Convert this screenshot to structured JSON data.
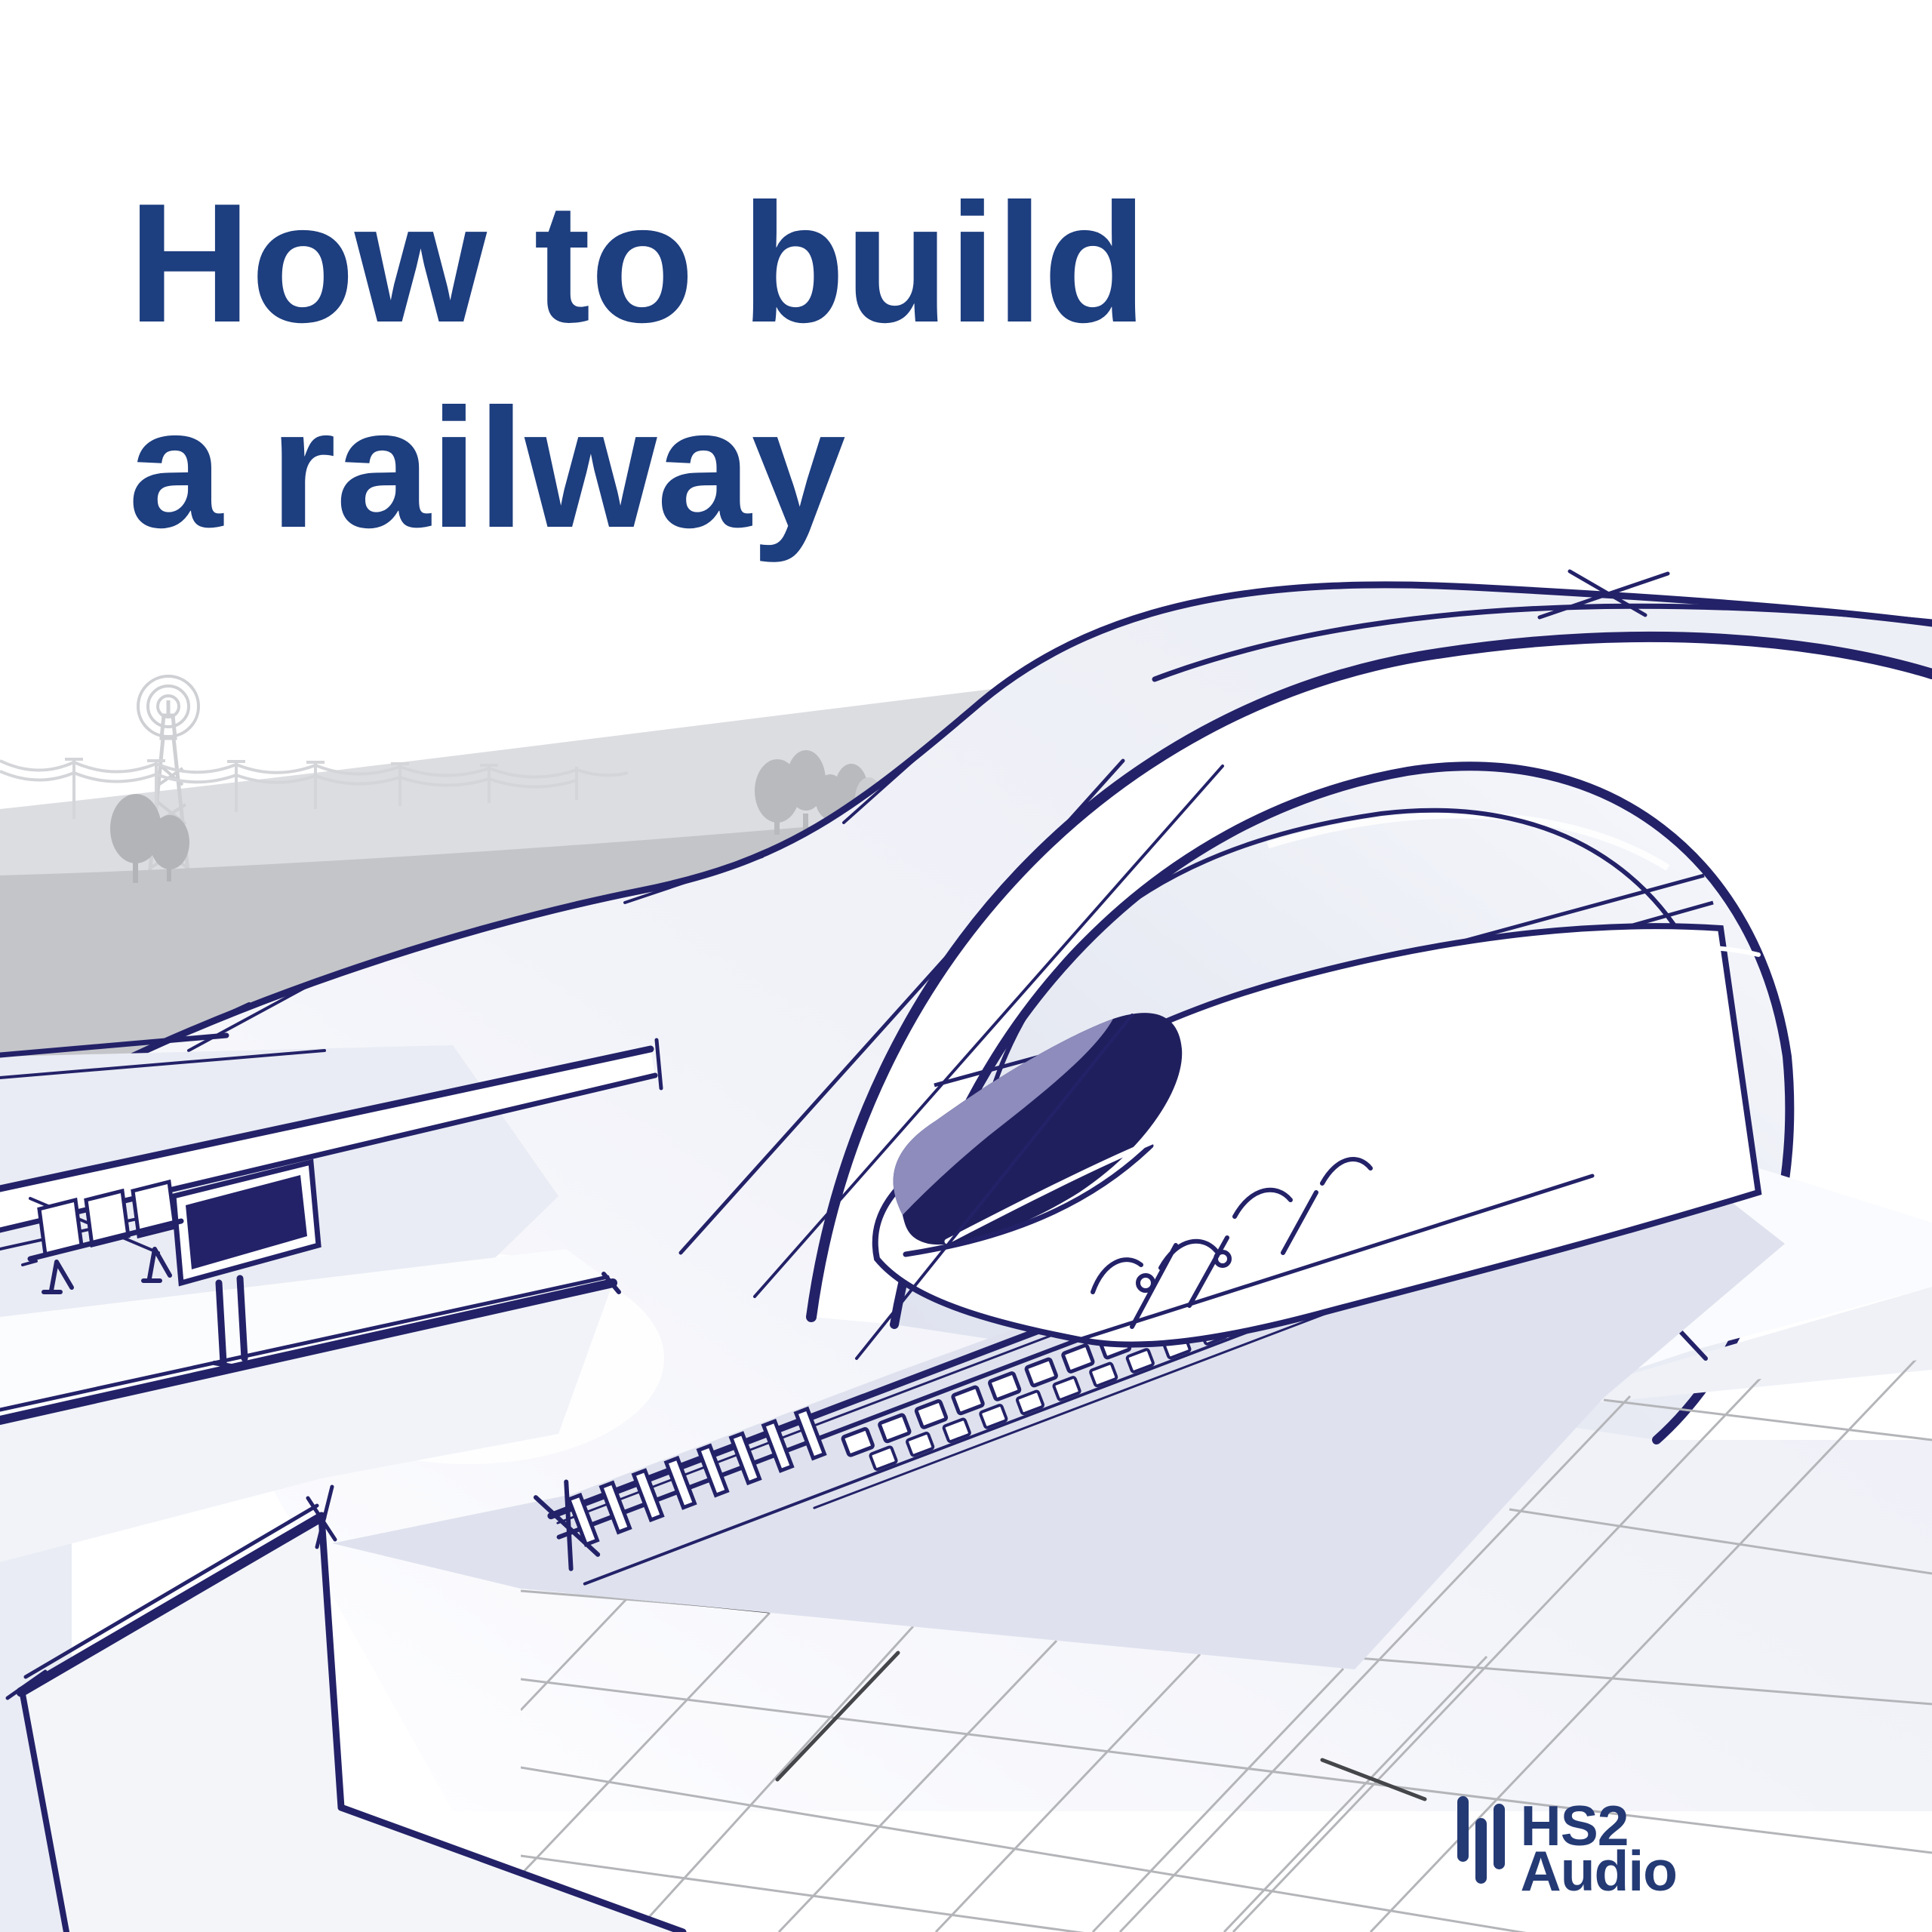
{
  "title": {
    "line1": "How to build",
    "line2": "a railway"
  },
  "logo": {
    "brand": "HS2",
    "product": "Audio"
  },
  "colors": {
    "title_navy": "#1d3e7f",
    "logo_navy": "#243a75",
    "illustration_ink": "#232268",
    "windscreen": "#201f5e",
    "windscreen_highlight": "#8d8cbc",
    "far_hill": "#dcdde1",
    "near_hill": "#c4c5c9",
    "tree_gray": "#b5b6b9",
    "apron_blue": "#dfe2ee",
    "grid_line": "#b4b5b9",
    "background": "#ffffff"
  }
}
